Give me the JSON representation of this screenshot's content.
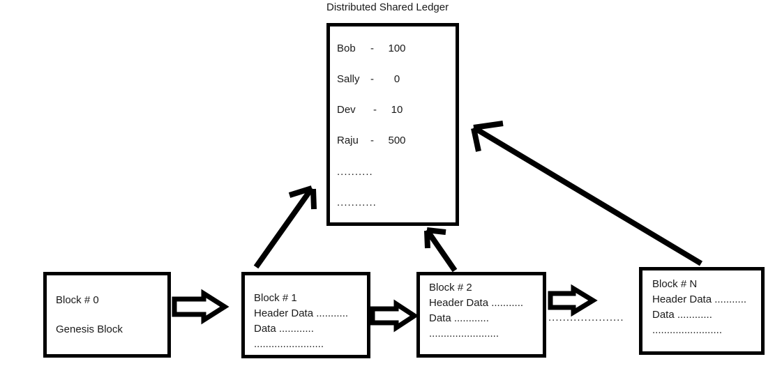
{
  "diagram": {
    "title": "Distributed Shared Ledger",
    "ledger": {
      "label": "Distributed Shared Ledger",
      "entries": [
        {
          "name": "Bob",
          "sep": "-",
          "value": "100"
        },
        {
          "name": "Sally",
          "sep": "-",
          "value": "0"
        },
        {
          "name": "Dev",
          "sep": "-",
          "value": "10"
        },
        {
          "name": "Raju",
          "sep": "-",
          "value": "500"
        }
      ],
      "ellipsis_rows": [
        "..........",
        "..........."
      ]
    },
    "blocks": [
      {
        "id": "block-0",
        "line1": "Block # 0",
        "line2": "Genesis Block",
        "line3": "",
        "line4": ""
      },
      {
        "id": "block-1",
        "line1": "Block # 1",
        "line2": "Header Data ...........",
        "line3": "Data ............",
        "line4": "........................"
      },
      {
        "id": "block-2",
        "line1": "Block # 2",
        "line2": "Header Data ...........",
        "line3": "Data ............",
        "line4": "........................"
      },
      {
        "id": "block-n",
        "line1": "Block # N",
        "line2": "Header Data ...........",
        "line3": "Data ............",
        "line4": "........................"
      }
    ],
    "chain_continuation_dots": ".....................",
    "connectors": [
      {
        "name": "block-0-to-block-1",
        "style": "hollow-block-arrow",
        "direction": "right"
      },
      {
        "name": "block-1-to-block-2",
        "style": "hollow-block-arrow",
        "direction": "right"
      },
      {
        "name": "block-2-to-block-n",
        "style": "hollow-block-arrow",
        "direction": "right"
      },
      {
        "name": "block-1-to-ledger",
        "style": "hand-drawn-arrow",
        "direction": "up-right"
      },
      {
        "name": "block-2-to-ledger",
        "style": "hand-drawn-arrow",
        "direction": "up-left"
      },
      {
        "name": "block-n-to-ledger",
        "style": "hand-drawn-arrow",
        "direction": "up-left"
      }
    ],
    "colors": {
      "stroke": "#000000",
      "text": "#1a1a1a",
      "background": "#ffffff"
    }
  }
}
